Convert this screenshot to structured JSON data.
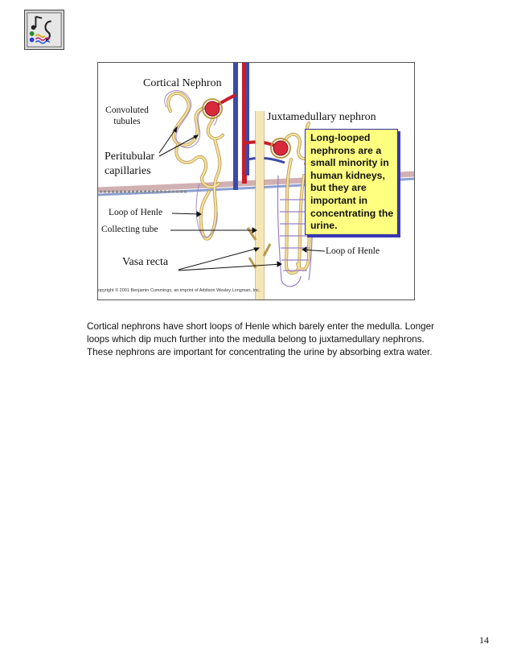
{
  "figure": {
    "labels": {
      "cortical_nephron": "Cortical Nephron",
      "convoluted_tubules": "Convoluted\ntubules",
      "juxtamedullary_nephron": "Juxtamedullary nephron",
      "peritubular_capillaries": "Peritubular\ncapillaries",
      "loop_of_henle_left": "Loop of Henle",
      "collecting_tube": "Collecting tube",
      "vasa_recta": "Vasa recta",
      "loop_of_henle_right": "Loop of Henle"
    },
    "callout": "Long-looped nephrons are a small minority in human kidneys, but they are important in concentrating the urine.",
    "credit": "opyright © 2001 Benjamin Cummings, an imprint of Addison Wesley Longman, Inc."
  },
  "caption": "Cortical nephrons have short loops of Henle which barely enter the medulla. Longer loops which dip much further into the medulla belong to juxtamedullary nephrons.  These nephrons are important for concentrating the urine by absorbing extra water.",
  "page_number": "14",
  "colors": {
    "tubule": "#f3dfa0",
    "tubule_stroke": "#b99a4c",
    "capillary": "#9a7fc4",
    "artery": "#c81e2a",
    "vein": "#3b4aa8",
    "duct": "#f5e6b6",
    "callout_bg": "#ffff80"
  }
}
